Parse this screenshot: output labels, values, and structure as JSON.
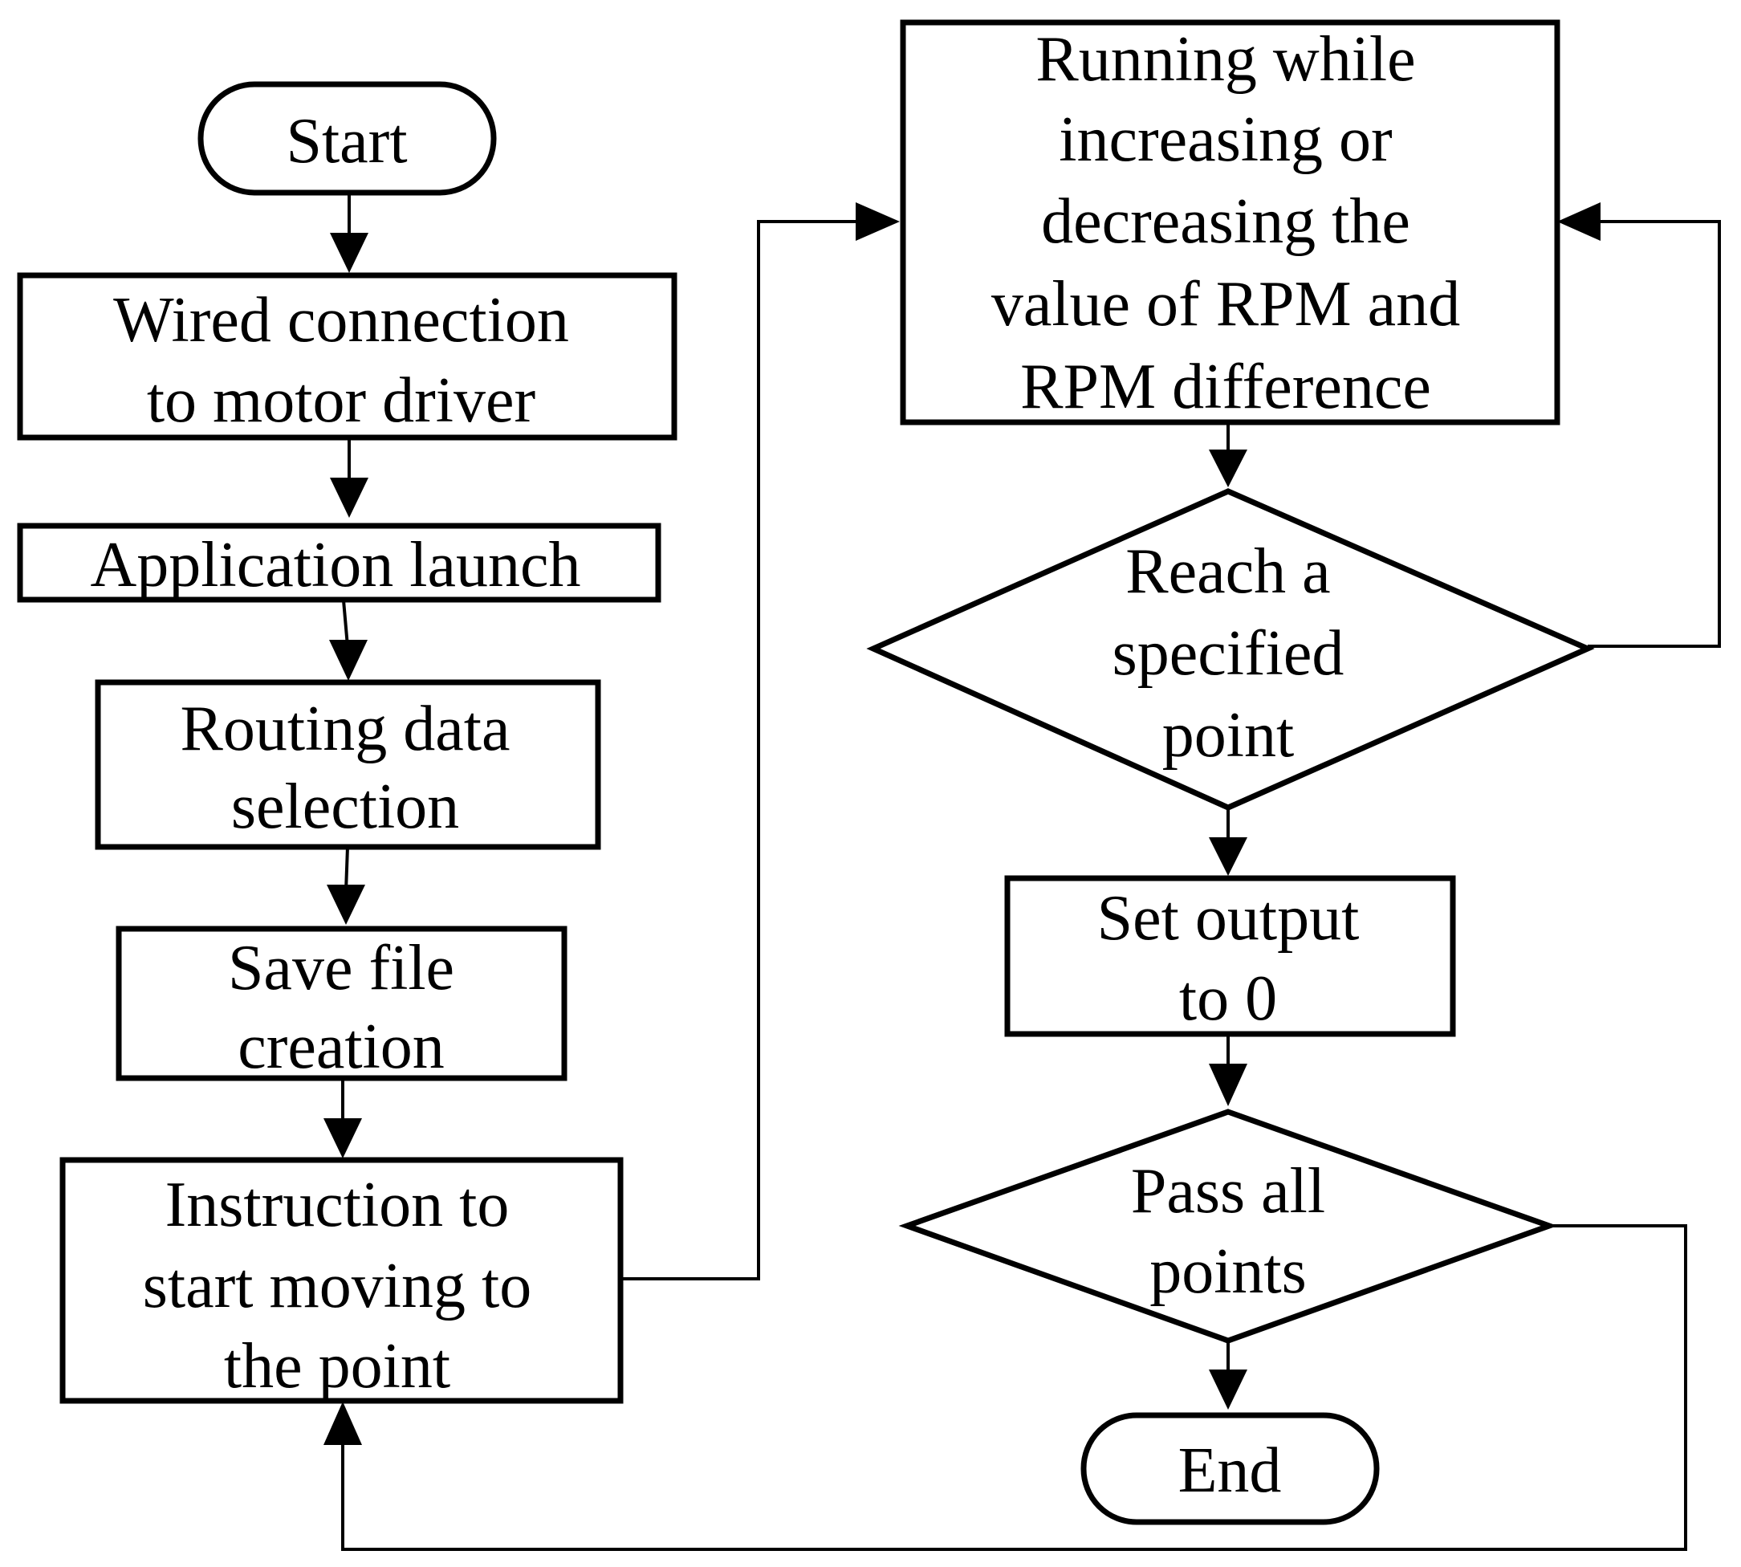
{
  "nodes": {
    "start": {
      "lines": [
        "Start"
      ]
    },
    "wired": {
      "lines": [
        "Wired connection",
        "to motor driver"
      ]
    },
    "launch": {
      "lines": [
        "Application  launch"
      ]
    },
    "routing": {
      "lines": [
        "Routing  data",
        "selection"
      ]
    },
    "save": {
      "lines": [
        "Save file",
        "creation"
      ]
    },
    "instruction": {
      "lines": [
        "Instruction to",
        "start moving to",
        "the point"
      ]
    },
    "running": {
      "lines": [
        "Running while",
        "increasing or",
        "decreasing the",
        "value of RPM and",
        "RPM difference"
      ]
    },
    "reach": {
      "lines": [
        "Reach a",
        "specified",
        "point"
      ]
    },
    "setout": {
      "lines": [
        "Set output",
        "to 0"
      ]
    },
    "pass": {
      "lines": [
        "Pass all",
        "points"
      ]
    },
    "end": {
      "lines": [
        "End"
      ]
    }
  },
  "colors": {
    "stroke": "#000000",
    "fill": "#ffffff"
  }
}
